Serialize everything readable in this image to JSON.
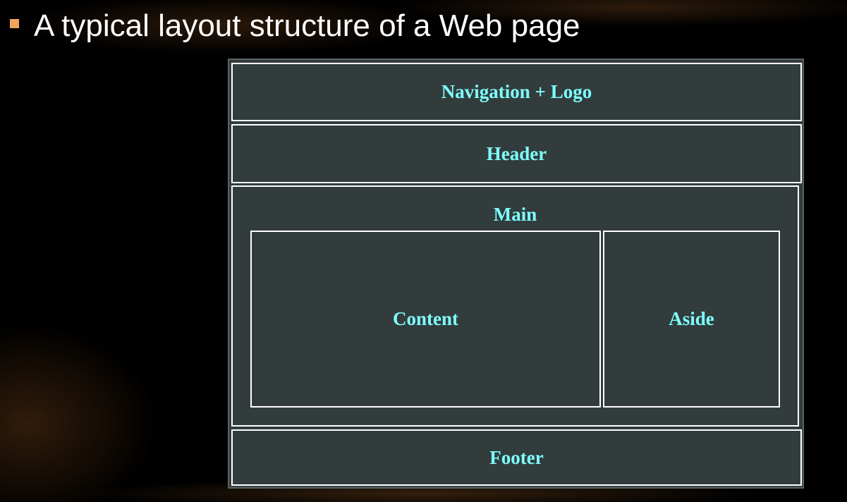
{
  "slide": {
    "title": "A typical layout structure of a Web page",
    "bullet_color": "#f2a55a"
  },
  "diagram": {
    "nav_label": "Navigation + Logo",
    "header_label": "Header",
    "main_label": "Main",
    "content_label": "Content",
    "aside_label": "Aside",
    "footer_label": "Footer",
    "colors": {
      "box_fill": "#323c3c",
      "box_border": "#ffffff",
      "label_text": "#7fffff"
    }
  }
}
